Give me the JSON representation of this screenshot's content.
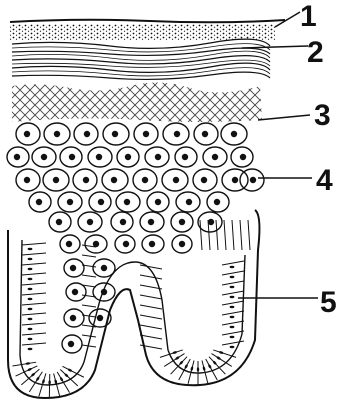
{
  "labels": [
    {
      "id": "1",
      "text": "1"
    },
    {
      "id": "2",
      "text": "2"
    },
    {
      "id": "3",
      "text": "3"
    },
    {
      "id": "4",
      "text": "4"
    },
    {
      "id": "5",
      "text": "5"
    }
  ],
  "colors": {
    "ink": "#111111",
    "paper": "#ffffff"
  }
}
